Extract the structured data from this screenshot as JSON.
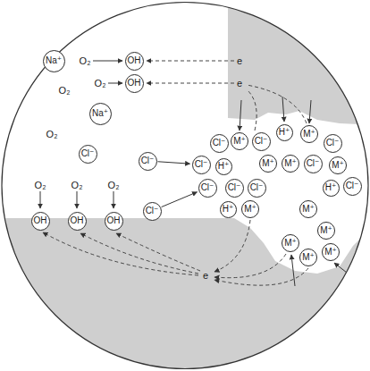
{
  "diagram": {
    "nodes": [
      {
        "text": [
          "Na⁺"
        ]
      },
      {
        "text": [
          "OH"
        ]
      },
      {
        "text": [
          "OH"
        ]
      },
      {
        "text": [
          "Na⁺"
        ]
      },
      {
        "text": [
          "Cl⁻"
        ]
      },
      {
        "text": [
          "M⁺"
        ]
      },
      {
        "text": [
          "Cl⁻"
        ]
      },
      {
        "text": [
          "H⁺"
        ]
      },
      {
        "text": [
          "M⁺"
        ]
      },
      {
        "text": [
          "Cl⁻"
        ]
      },
      {
        "text": [
          "Cl⁻"
        ]
      },
      {
        "text": [
          "Cl⁻"
        ]
      },
      {
        "text": [
          "Cl⁻"
        ]
      },
      {
        "text": [
          "H⁺"
        ]
      },
      {
        "text": [
          "M⁺"
        ]
      },
      {
        "text": [
          "M⁺"
        ]
      },
      {
        "text": [
          "Cl⁻"
        ]
      },
      {
        "text": [
          "M⁺"
        ]
      },
      {
        "text": [
          "Cl⁻"
        ]
      },
      {
        "text": [
          "Cl⁻"
        ]
      },
      {
        "text": [
          "Cl⁻"
        ]
      },
      {
        "text": [
          "H⁺"
        ]
      },
      {
        "text": [
          "Cl⁻"
        ]
      },
      {
        "text": [
          "H⁺"
        ]
      },
      {
        "text": [
          "M⁺"
        ]
      },
      {
        "text": [
          "M⁺"
        ]
      },
      {
        "text": [
          "Cl⁻"
        ]
      },
      {
        "text": [
          "OH"
        ]
      },
      {
        "text": [
          "OH"
        ]
      },
      {
        "text": [
          "OH"
        ]
      },
      {
        "text": [
          "M⁺"
        ]
      },
      {
        "text": [
          "M⁺"
        ]
      },
      {
        "text": [
          "M⁺"
        ]
      },
      {
        "text": [
          "M⁺"
        ]
      }
    ],
    "edges": [
      {
        "from": 11,
        "to": 12,
        "arrow": "to"
      },
      {
        "from": 26,
        "to": 18,
        "arrow": "to"
      }
    ],
    "labels": [
      "O₂",
      "O₂",
      "O₂",
      "O₂",
      "O₂",
      "O₂",
      "O₂",
      "e",
      "e",
      "e"
    ]
  }
}
